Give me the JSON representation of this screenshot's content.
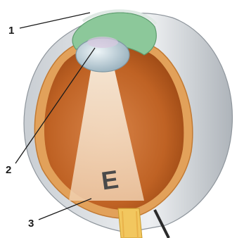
{
  "diagram": {
    "labels": [
      "1",
      "2",
      "3"
    ],
    "image_glyph": "E"
  },
  "colors": {
    "sclera": "#d8dce0",
    "choroid": "#d48a3e",
    "vitreous": "#b55c1e",
    "lens": "#b9cfd8",
    "cornea": "#7fc08f",
    "light_beam": "#f3dcc4",
    "nerve": "#f0c25a"
  }
}
